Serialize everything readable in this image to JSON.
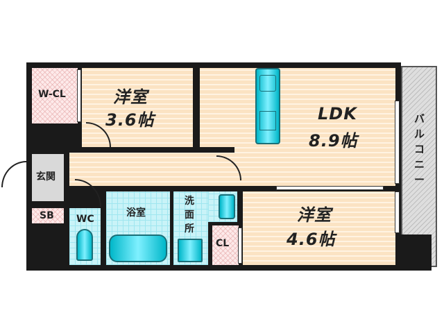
{
  "rooms": {
    "wcl": "W-CL",
    "western1_name": "洋室",
    "western1_size": "3.6帖",
    "ldk_name": "LDK",
    "ldk_size": "8.9帖",
    "entrance": "玄関",
    "sb": "SB",
    "wc": "WC",
    "bath": "浴室",
    "washroom": "洗面所",
    "cl": "CL",
    "western2_name": "洋室",
    "western2_size": "4.6帖",
    "balcony": "バルコニー"
  },
  "colors": {
    "wall": "#1a1a1a",
    "floor": "#fbe3c3",
    "water": "#00b7c9",
    "closet": "#fdeaea"
  }
}
